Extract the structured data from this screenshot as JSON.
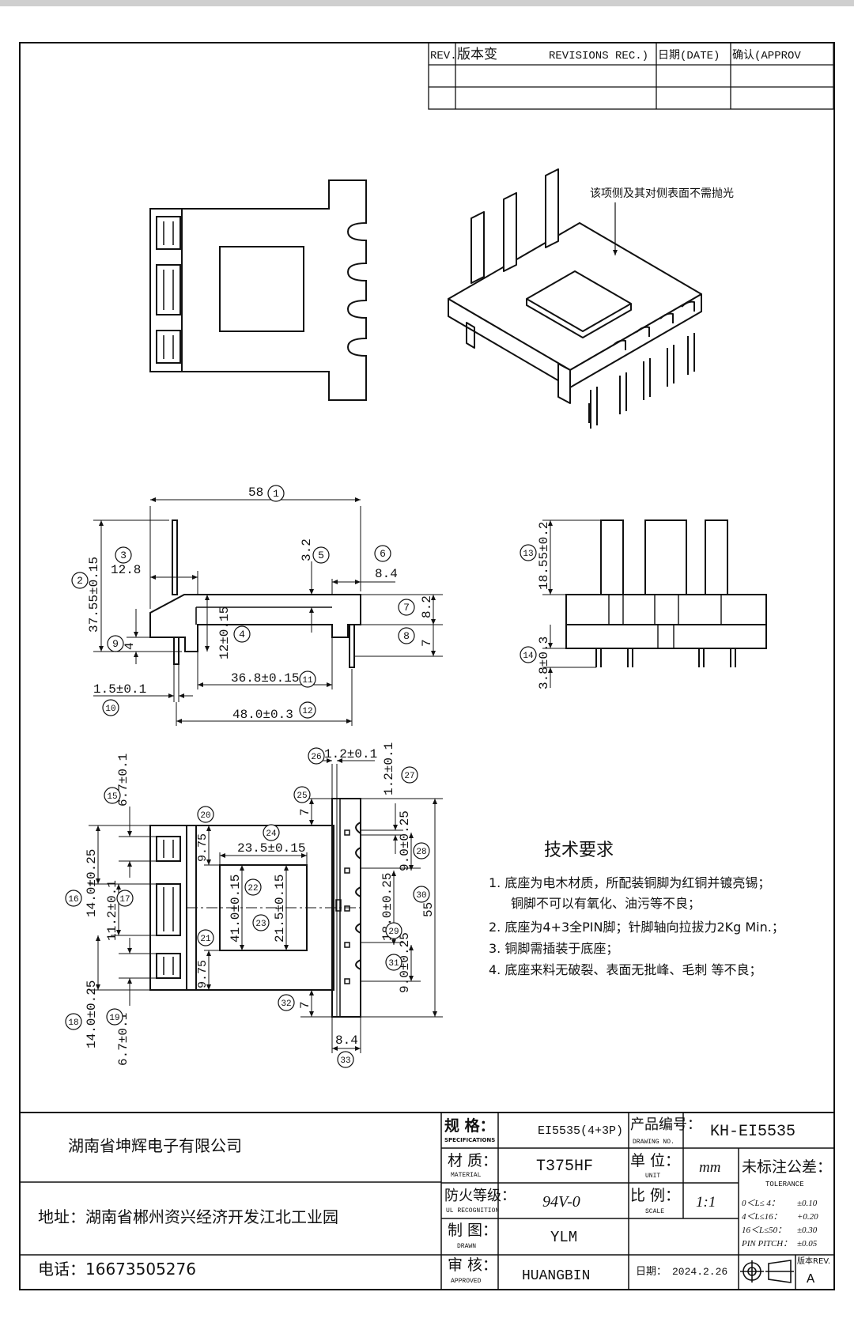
{
  "revisions": {
    "headers": [
      "REV.",
      "版本变",
      "REVISIONS REC.)",
      "日期(DATE)",
      "确认(APPROV"
    ]
  },
  "notes": {
    "polish_note": "该项侧及其对侧表面不需抛光"
  },
  "dimensions": [
    {
      "id": "1",
      "text": "58"
    },
    {
      "id": "2",
      "text": "37.55±0.15"
    },
    {
      "id": "3",
      "text": "12.8"
    },
    {
      "id": "4",
      "text": "12±0.15"
    },
    {
      "id": "5",
      "text": "3.2"
    },
    {
      "id": "6",
      "text": "8.4"
    },
    {
      "id": "7",
      "text": "8.2"
    },
    {
      "id": "8",
      "text": "7"
    },
    {
      "id": "9",
      "text": "4"
    },
    {
      "id": "10",
      "text": "1.5±0.1"
    },
    {
      "id": "11",
      "text": "36.8±0.15"
    },
    {
      "id": "12",
      "text": "48.0±0.3"
    },
    {
      "id": "13",
      "text": "18.55±0.2"
    },
    {
      "id": "14",
      "text": "3.8±0.3"
    },
    {
      "id": "15",
      "text": "6.7±0.1"
    },
    {
      "id": "16",
      "text": "14.0±0.25"
    },
    {
      "id": "17",
      "text": "11.2±0.1"
    },
    {
      "id": "18",
      "text": "14.0±0.25"
    },
    {
      "id": "19",
      "text": "6.7±0.1"
    },
    {
      "id": "20",
      "text": "9.75"
    },
    {
      "id": "21",
      "text": "9.75"
    },
    {
      "id": "22",
      "text": "41.0±0.15"
    },
    {
      "id": "23",
      "text": "21.5±0.15"
    },
    {
      "id": "24",
      "text": "23.5±0.15"
    },
    {
      "id": "25",
      "text": "7"
    },
    {
      "id": "26",
      "text": "1.2±0.1"
    },
    {
      "id": "27",
      "text": "1.2±0.1"
    },
    {
      "id": "28",
      "text": "9.0±0.25"
    },
    {
      "id": "29",
      "text": "18.0±0.25"
    },
    {
      "id": "30",
      "text": "55"
    },
    {
      "id": "31",
      "text": "9.0±0.25"
    },
    {
      "id": "32",
      "text": "7"
    },
    {
      "id": "33",
      "text": "8.4"
    }
  ],
  "requirements": {
    "title": "技术要求",
    "items": [
      "1. 底座为电木材质，所配装铜脚为红铜并镀亮锡；",
      "铜脚不可以有氧化、油污等不良；",
      "2. 底座为4+3全PIN脚；针脚轴向拉拔力2Kg Min.；",
      "3. 铜脚需插装于底座；",
      "4. 底座来料无破裂、表面无批峰、毛刺 等不良；"
    ]
  },
  "title_block": {
    "company": "湖南省坤辉电子有限公司",
    "address": "地址：湖南省郴州资兴经济开发江北工业园",
    "phone": "电话：16673505276",
    "spec_label": "规 格：",
    "spec_label_en": "SPECIFICATIONS",
    "spec_value": "EI5535(4+3P)",
    "drawing_no_label": "产品编号：",
    "drawing_no_label_en": "DRAWING NO.",
    "drawing_no_value": "KH-EI5535",
    "material_label": "材 质：",
    "material_label_en": "MATERIAL",
    "material_value": "T375HF",
    "unit_label": "单 位：",
    "unit_label_en": "UNIT",
    "unit_value": "mm",
    "tolerance_label": "未标注公差：",
    "tolerance_label_en": "TOLERANCE",
    "tolerance_rows": [
      {
        "range": "0＜L≤ 4：",
        "value": "±0.10"
      },
      {
        "range": "4＜L≤16：",
        "value": "+0.20"
      },
      {
        "range": "16＜L≤50：",
        "value": "±0.30"
      },
      {
        "range": "PIN PITCH：",
        "value": "±0.05"
      }
    ],
    "ul_label": "防火等级：",
    "ul_label_en": "UL RECOGNITION",
    "ul_value": "94V-0",
    "scale_label": "比 例：",
    "scale_label_en": "SCALE",
    "scale_value": "1:1",
    "drawn_label": "制 图：",
    "drawn_label_en": "DRAWN",
    "drawn_value": "YLM",
    "approved_label": "审 核：",
    "approved_label_en": "APPROVED",
    "approved_value": "HUANGBIN",
    "date_label": "日期：",
    "date_value": "2024.2.26",
    "rev_label": "版本REV.",
    "rev_value": "A"
  }
}
